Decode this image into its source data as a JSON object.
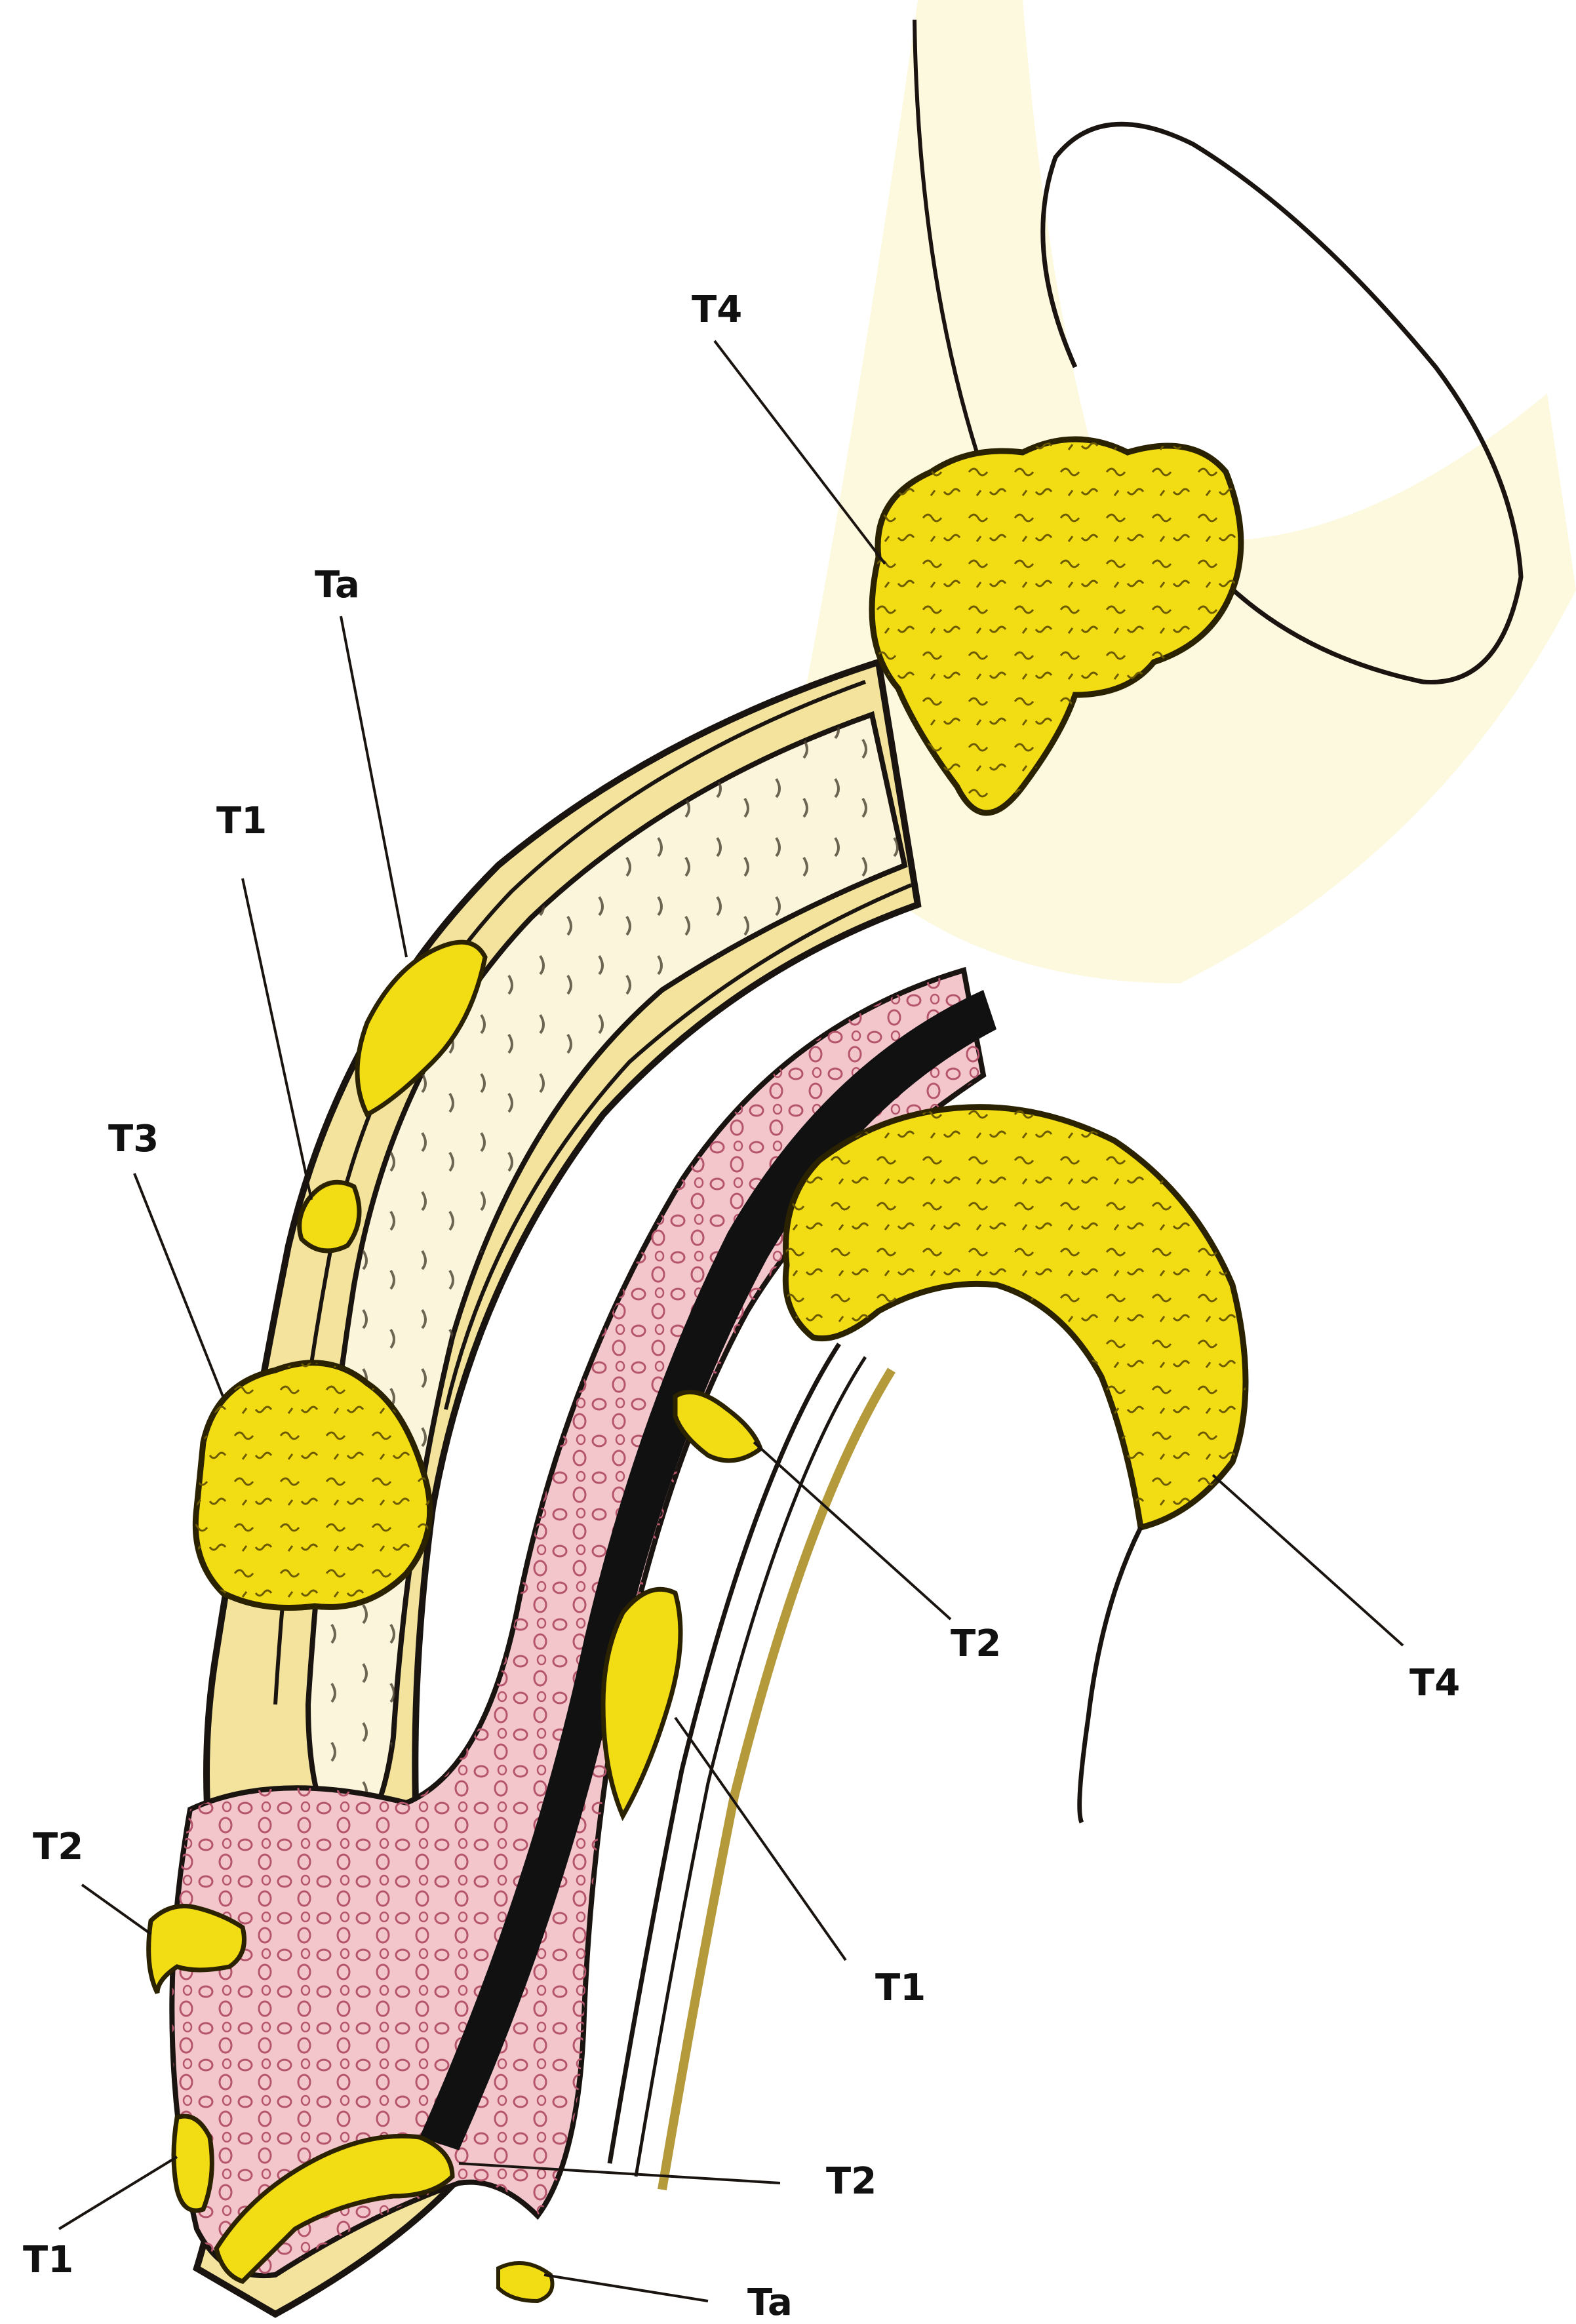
{
  "labels": {
    "t4_top": "T4",
    "ta_top": "Ta",
    "t1_upper": "T1",
    "t3": "T3",
    "t2_right": "T2",
    "t4_right": "T4",
    "t2_left": "T2",
    "t1_right": "T1",
    "t2_bottom": "T2",
    "t1_bottom": "T1",
    "ta_bottom": "Ta"
  },
  "colors": {
    "tumor": "#f2dc14",
    "tumor_edge": "#2a2200",
    "spongy": "#f3c6cc",
    "spongy_dots": "#b5556b",
    "cavernous": "#fbf5dc",
    "tunica": "#f3e39c",
    "outline": "#1a1410",
    "urethra": "#111111",
    "bladder_wash": "#fbf7d4"
  }
}
